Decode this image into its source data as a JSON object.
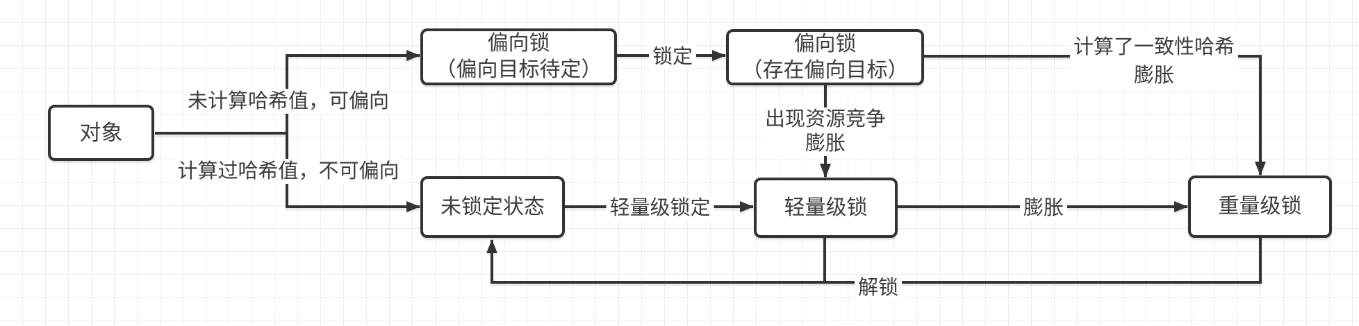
{
  "diagram": {
    "title": "",
    "colors": {
      "stroke": "#333333",
      "text": "#3d3d3d",
      "node_fill": "#ffffff",
      "grid_line": "#ededed",
      "background": "#ffffff"
    },
    "nodes": {
      "object": {
        "label": "对象"
      },
      "biased_pending": {
        "line1": "偏向锁",
        "line2": "（偏向目标待定）"
      },
      "biased_owned": {
        "line1": "偏向锁",
        "line2": "（存在偏向目标）"
      },
      "unlocked": {
        "label": "未锁定状态"
      },
      "lightweight": {
        "label": "轻量级锁"
      },
      "heavyweight": {
        "label": "重量级锁"
      }
    },
    "edge_labels": {
      "no_hash": "未计算哈希值，可偏向",
      "hash_computed": "计算过哈希值，不可偏向",
      "lock": "锁定",
      "contention_line1": "出现资源竞争",
      "contention_line2": "膨胀",
      "identity_hash_line1": "计算了一致性哈希",
      "identity_hash_line2": "膨胀",
      "lightweight_lock": "轻量级锁定",
      "inflate": "膨胀",
      "unlock": "解锁"
    }
  }
}
